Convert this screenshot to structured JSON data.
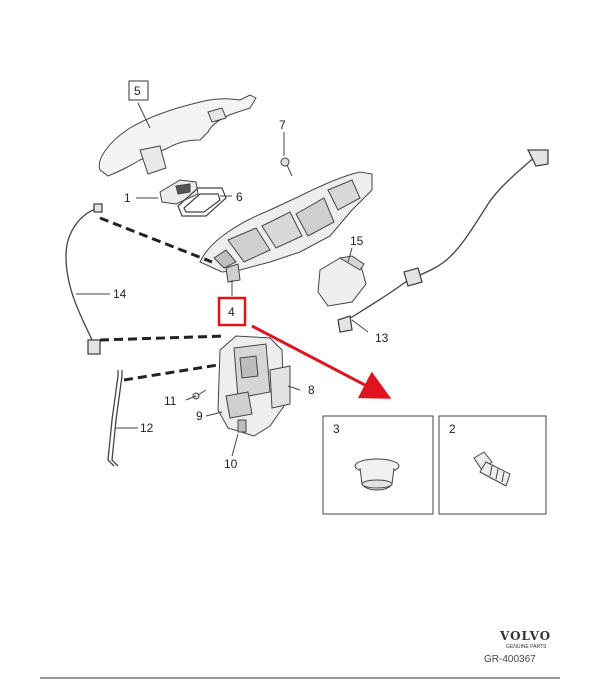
{
  "callouts": {
    "n1": "1",
    "n2": "2",
    "n3": "3",
    "n4": "4",
    "n5": "5",
    "n6": "6",
    "n7": "7",
    "n8": "8",
    "n9": "9",
    "n10": "10",
    "n11": "11",
    "n12": "12",
    "n13": "13",
    "n14": "14",
    "n15": "15"
  },
  "inset_boxes": {
    "box_left_number": "3",
    "box_right_number": "2"
  },
  "highlight": {
    "color": "#e0141e",
    "target_label": "4"
  },
  "logo": {
    "brand": "VOLVO",
    "tagline": "GENUINE PARTS"
  },
  "reference": "GR-400367"
}
